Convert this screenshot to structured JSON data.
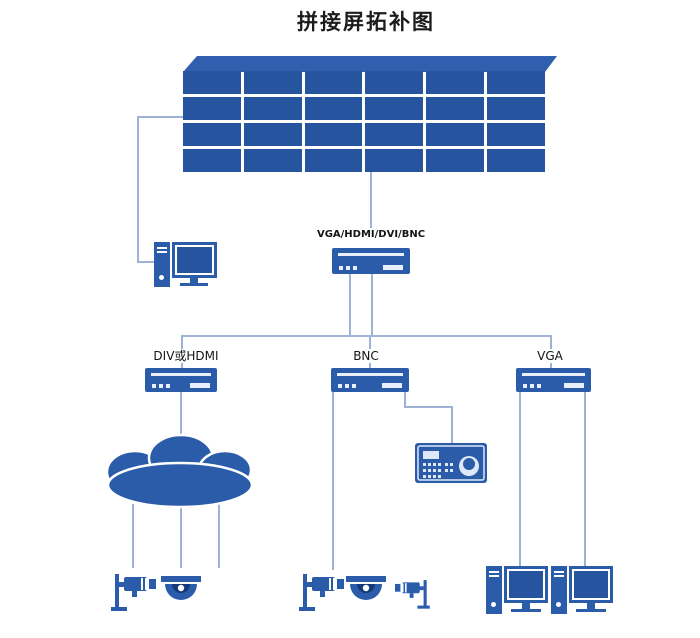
{
  "title": "拼接屏拓补图",
  "labels": {
    "processor": "VGA/HDMI/DVI/BNC",
    "branch_left": "DIV或HDMI",
    "branch_middle": "BNC",
    "branch_right": "VGA"
  },
  "colors": {
    "primary_blue": "#2a5caa",
    "wall_panel_blue": "#27549e",
    "wall_top_blue": "#2f5fae",
    "connector_line": "#9db2d4",
    "label_text": "#141414"
  },
  "video_wall": {
    "rows": 4,
    "cols": 6
  },
  "nodes": [
    {
      "id": "video-wall",
      "type": "display-wall"
    },
    {
      "id": "control-pc",
      "type": "computer"
    },
    {
      "id": "video-processor",
      "type": "rack-device",
      "label": "VGA/HDMI/DVI/BNC"
    },
    {
      "id": "decoder-left",
      "type": "rack-device",
      "label": "DIV或HDMI"
    },
    {
      "id": "decoder-middle",
      "type": "rack-device",
      "label": "BNC"
    },
    {
      "id": "decoder-right",
      "type": "rack-device",
      "label": "VGA"
    },
    {
      "id": "network-cloud",
      "type": "cloud"
    },
    {
      "id": "control-keyboard",
      "type": "keyboard-controller"
    },
    {
      "id": "camera-group-left",
      "type": "camera-group"
    },
    {
      "id": "camera-group-middle",
      "type": "camera-group"
    },
    {
      "id": "workstation-left",
      "type": "computer"
    },
    {
      "id": "workstation-right",
      "type": "computer"
    }
  ]
}
